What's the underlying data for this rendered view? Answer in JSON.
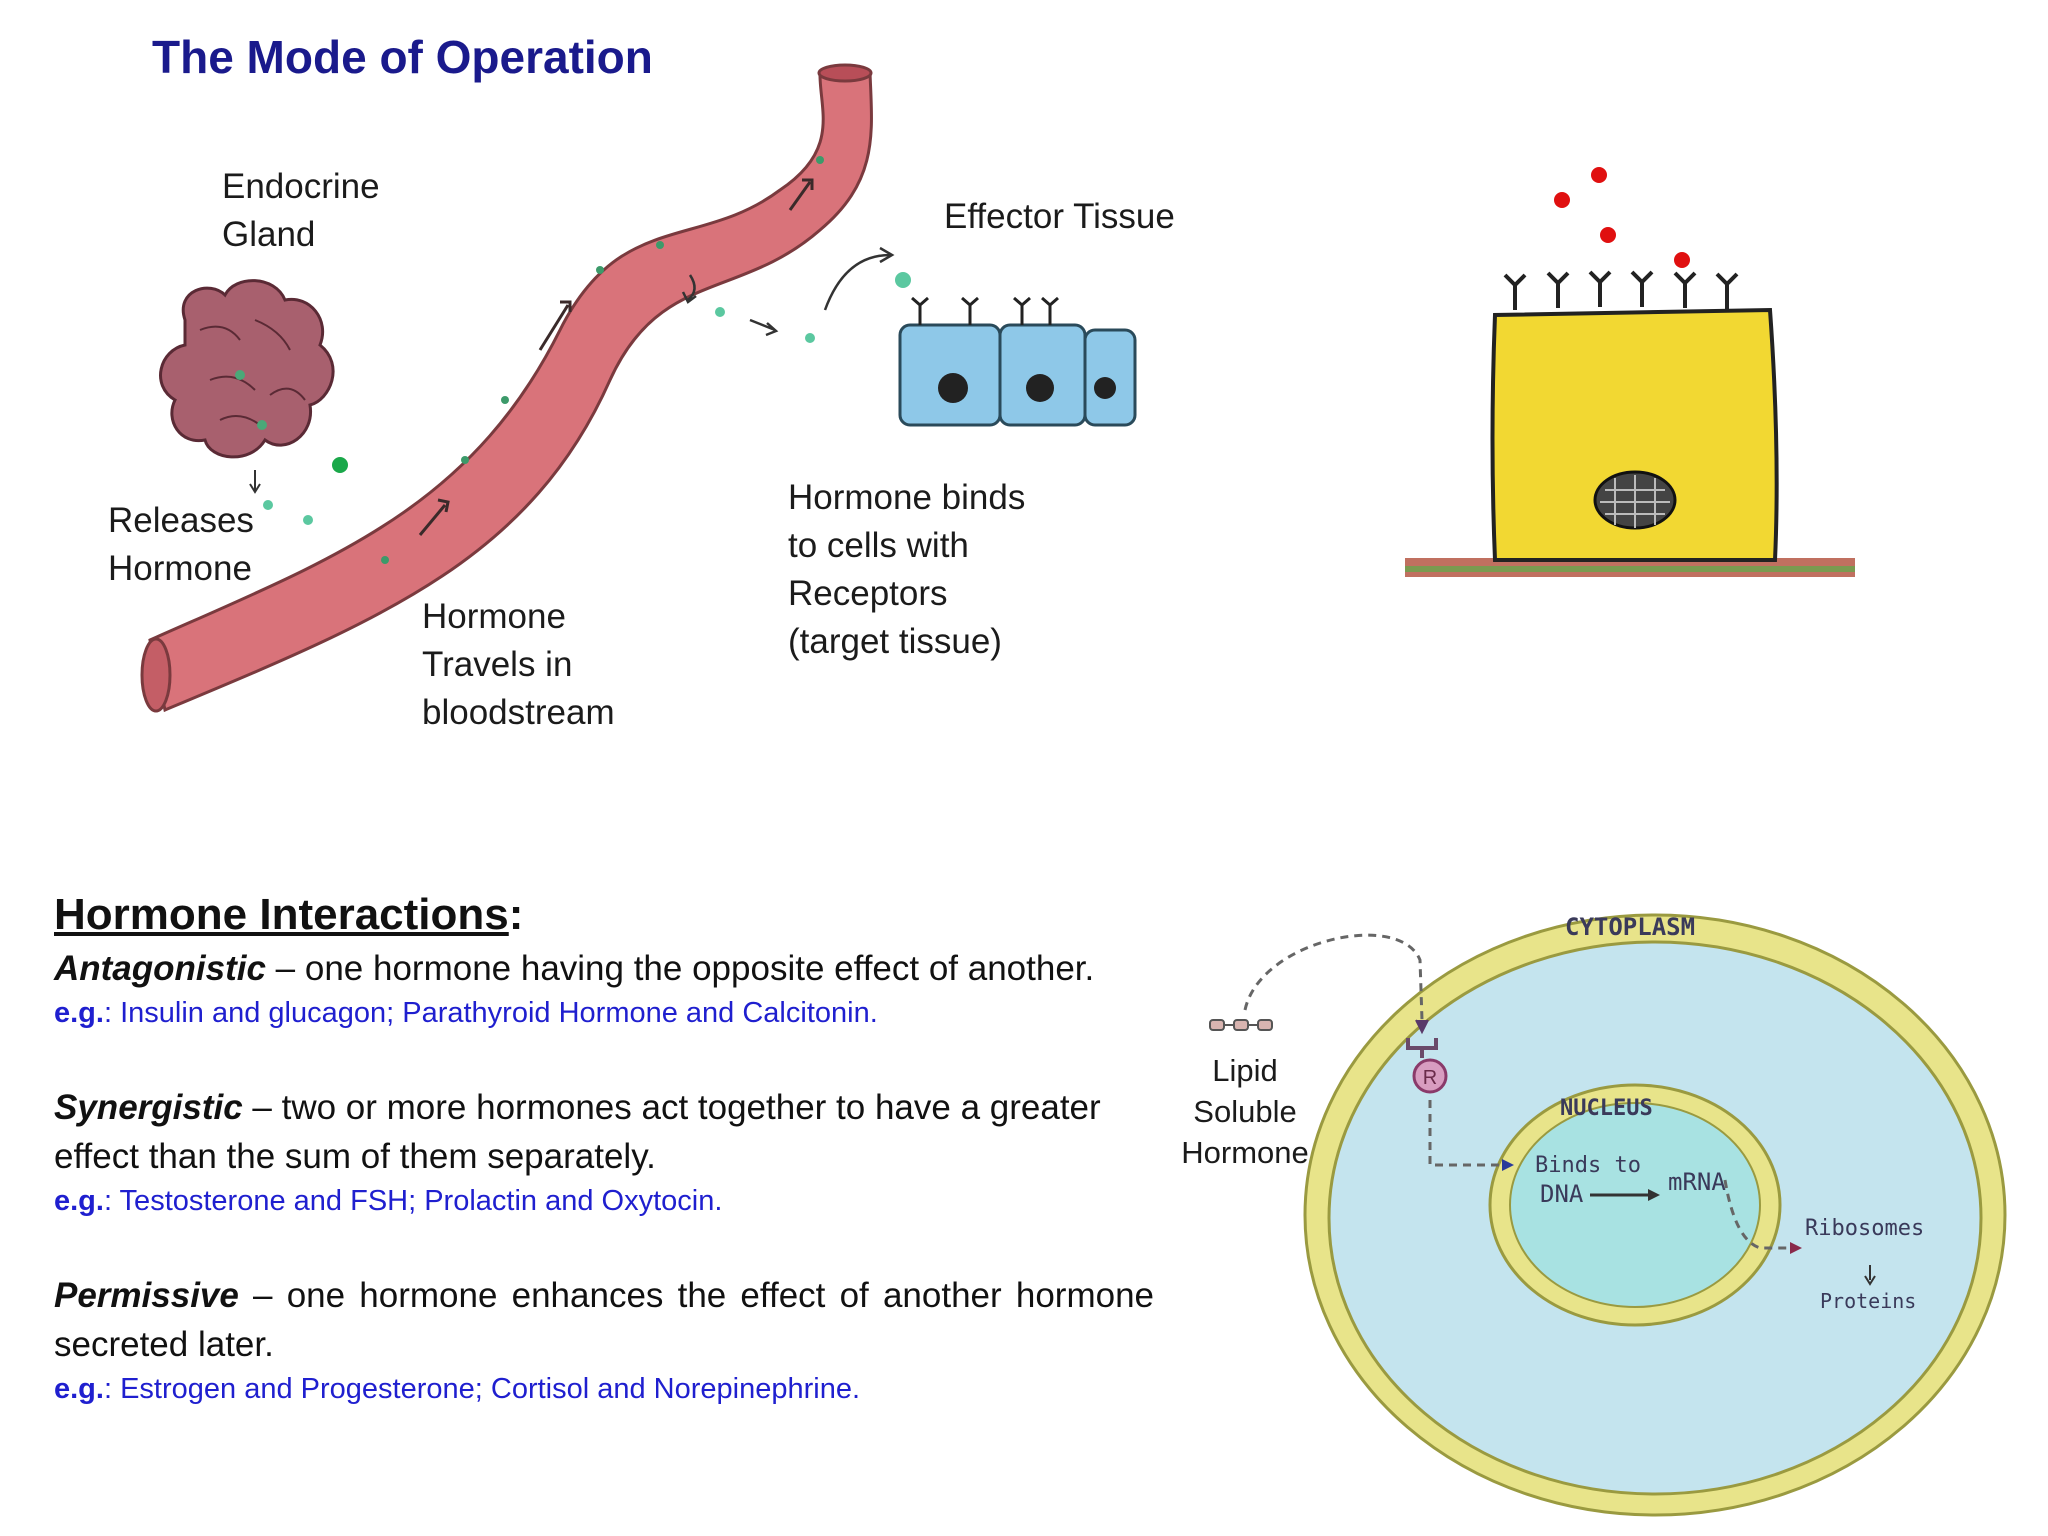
{
  "title": "The Mode of Operation",
  "labels": {
    "endocrine_gland": [
      "Endocrine",
      "Gland"
    ],
    "effector_tissue": "Effector Tissue",
    "releases_hormone": [
      "Releases",
      "Hormone"
    ],
    "hormone_travels": [
      "Hormone",
      "Travels in",
      "bloodstream"
    ],
    "hormone_binds": [
      "Hormone binds",
      "to cells with",
      "Receptors",
      "(target tissue)"
    ]
  },
  "interactions": {
    "heading": "Hormone Interactions",
    "heading_colon": ":",
    "items": [
      {
        "term": "Antagonistic",
        "desc": " – one hormone having the opposite effect of another.",
        "eg_label": "e.g.",
        "eg_text": ": Insulin and glucagon; Parathyroid Hormone and Calcitonin."
      },
      {
        "term": "Synergistic",
        "desc": " – two or more hormones act together to have a greater effect than the sum of them separately.",
        "eg_label": "e.g.",
        "eg_text": ": Testosterone and FSH; Prolactin and Oxytocin."
      },
      {
        "term": "Permissive",
        "desc": " – one hormone enhances the effect of another hormone secreted later.",
        "eg_label": "e.g.",
        "eg_text": ": Estrogen and Progesterone; Cortisol and Norepinephrine."
      }
    ]
  },
  "cell_diagram": {
    "hormone_label": [
      "Lipid",
      "Soluble",
      "Hormone"
    ],
    "cytoplasm": "CYTOPLASM",
    "nucleus": "NUCLEUS",
    "receptor": "R",
    "binds_to": "Binds to",
    "dna": "DNA",
    "mrna": "mRNA",
    "ribosomes": "Ribosomes",
    "proteins": "Proteins"
  },
  "colors": {
    "title": "#1a1a8c",
    "example_text": "#1f1fcf",
    "blood_vessel": "#d9737a",
    "gland": "#a8606e",
    "hormone_dot_green": "#1aa84a",
    "hormone_dot_red": "#e01010",
    "effector_cell": "#8ec8e8",
    "target_cell": "#f2d832",
    "cytoplasm": "#c4e4ee",
    "membrane": "#e8e48a"
  }
}
